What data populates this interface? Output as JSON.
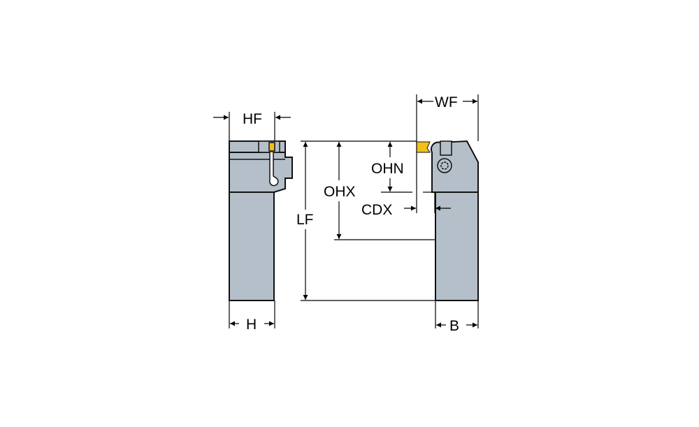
{
  "labels": {
    "hf": "HF",
    "h": "H",
    "lf": "LF",
    "ohx": "OHX",
    "ohn": "OHN",
    "cdx": "CDX",
    "wf": "WF",
    "b": "B"
  },
  "colors": {
    "body": "#b5bfc9",
    "outline": "#111111",
    "insert": "#f2c01a"
  }
}
